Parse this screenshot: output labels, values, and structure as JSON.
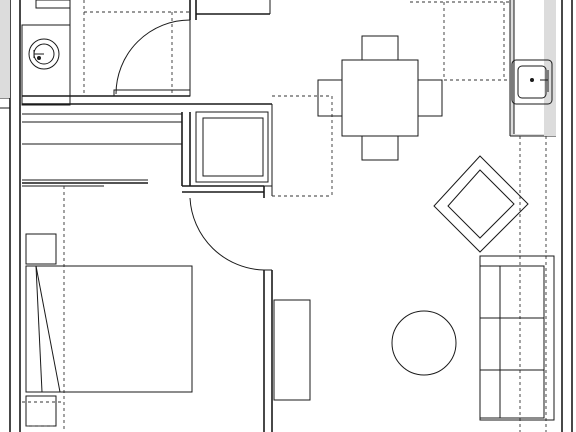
{
  "plan": {
    "colors": {
      "line": "#1a1a1a",
      "dashed": "#333333",
      "fill_grey": "#dcdcdc",
      "background": "#ffffff"
    },
    "elements": [
      "bathroom-sink-icon",
      "bathroom-door-swing",
      "closet",
      "bedroom-door-swing",
      "bed",
      "nightstand-top",
      "nightstand-bottom",
      "wardrobe",
      "kitchen-counter",
      "kitchen-sink-icon",
      "dining-table",
      "dining-chairs",
      "armchair",
      "sofa",
      "round-coffee-table"
    ]
  }
}
